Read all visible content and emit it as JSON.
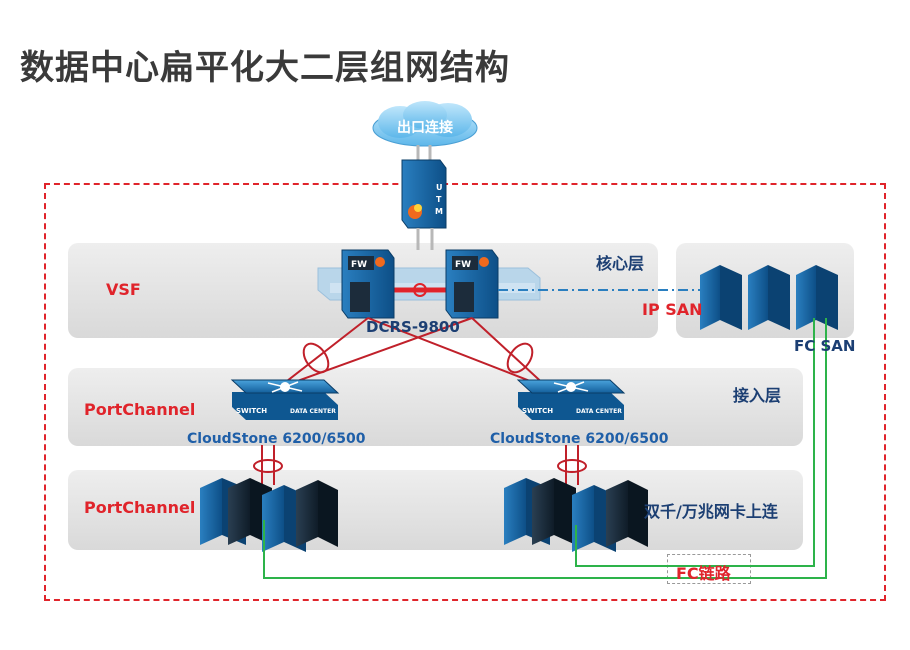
{
  "title": "数据中心扁平化大二层组网结构",
  "cloud": {
    "label": "出口连接"
  },
  "utm": {
    "label": "UTM"
  },
  "core_layer": {
    "name": "核心层",
    "left_label": "VSF",
    "device_label": "DCRS-9800",
    "fw_label": "FW"
  },
  "access_layer": {
    "name": "接入层",
    "left_label": "PortChannel",
    "switch_label_left": "CloudStone 6200/6500",
    "switch_label_right": "CloudStone 6200/6500",
    "switch_text_a": "SWITCH",
    "switch_text_b": "DATA CENTER"
  },
  "server_layer": {
    "left_label": "PortChannel",
    "right_label": "双千/万兆网卡上连"
  },
  "storage": {
    "ip_san": "IP SAN",
    "fc_san": "FC SAN"
  },
  "fc_link": {
    "label": "FC链路"
  },
  "colors": {
    "red": "#e0242b",
    "blue": "#1f5fa8",
    "green": "#2db34a",
    "link_red": "#c0202a"
  }
}
